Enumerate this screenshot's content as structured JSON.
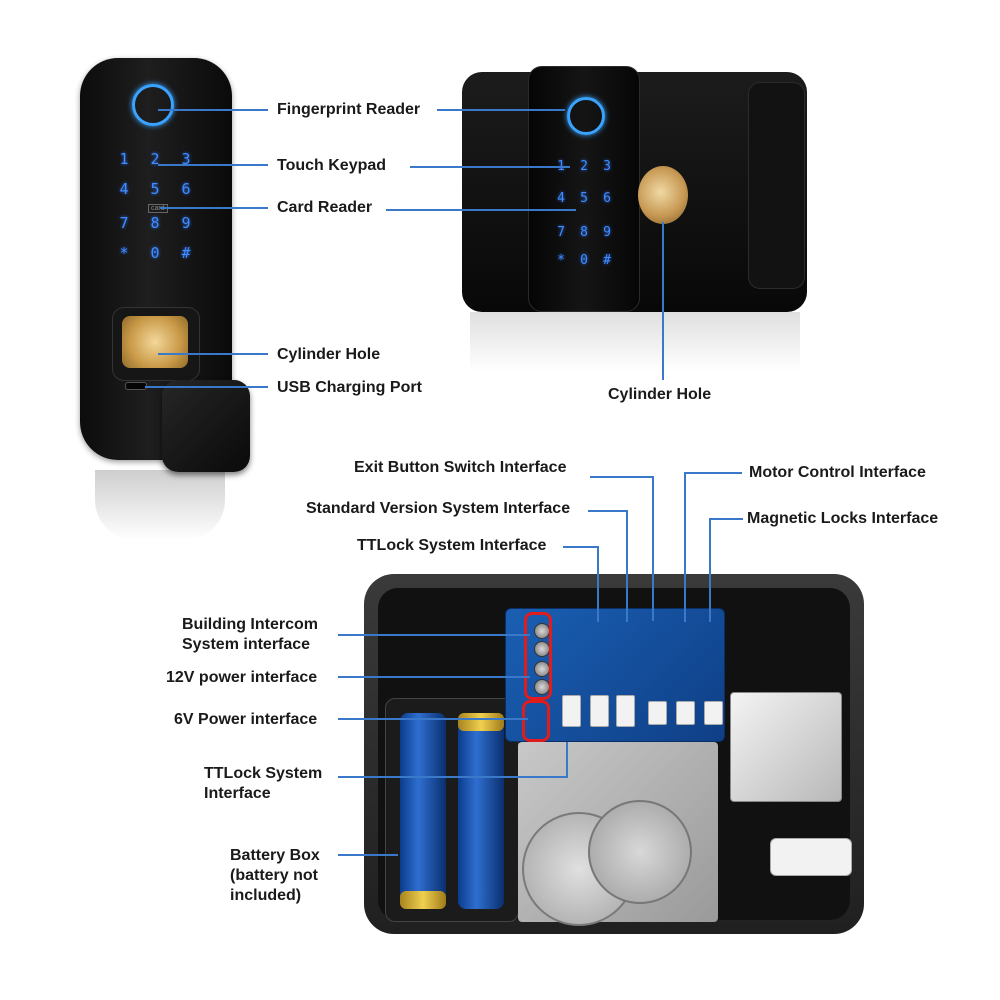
{
  "labels": {
    "fingerprint_reader": "Fingerprint Reader",
    "touch_keypad": "Touch Keypad",
    "card_reader": "Card Reader",
    "cylinder_hole_left": "Cylinder Hole",
    "usb_charging_port": "USB Charging Port",
    "cylinder_hole_right": "Cylinder Hole",
    "exit_button": "Exit Button Switch Interface",
    "motor_control": "Motor Control Interface",
    "standard_version": "Standard Version System Interface",
    "magnetic_locks": "Magnetic Locks Interface",
    "ttlock_top": "TTLock System Interface",
    "building_intercom": "Building Intercom System interface",
    "power_12v": "12V power interface",
    "power_6v": "6V Power interface",
    "ttlock_bottom": "TTLock System Interface",
    "battery_box": "Battery Box (battery not included)"
  },
  "keypad": [
    "1",
    "2",
    "3",
    "4",
    "5",
    "6",
    "7",
    "8",
    "9",
    "*",
    "0",
    "#"
  ],
  "card_tag": "card",
  "colors": {
    "leader_line": "#3a78c9",
    "key_glow": "#3f8cff",
    "highlight": "#e01c1c"
  }
}
